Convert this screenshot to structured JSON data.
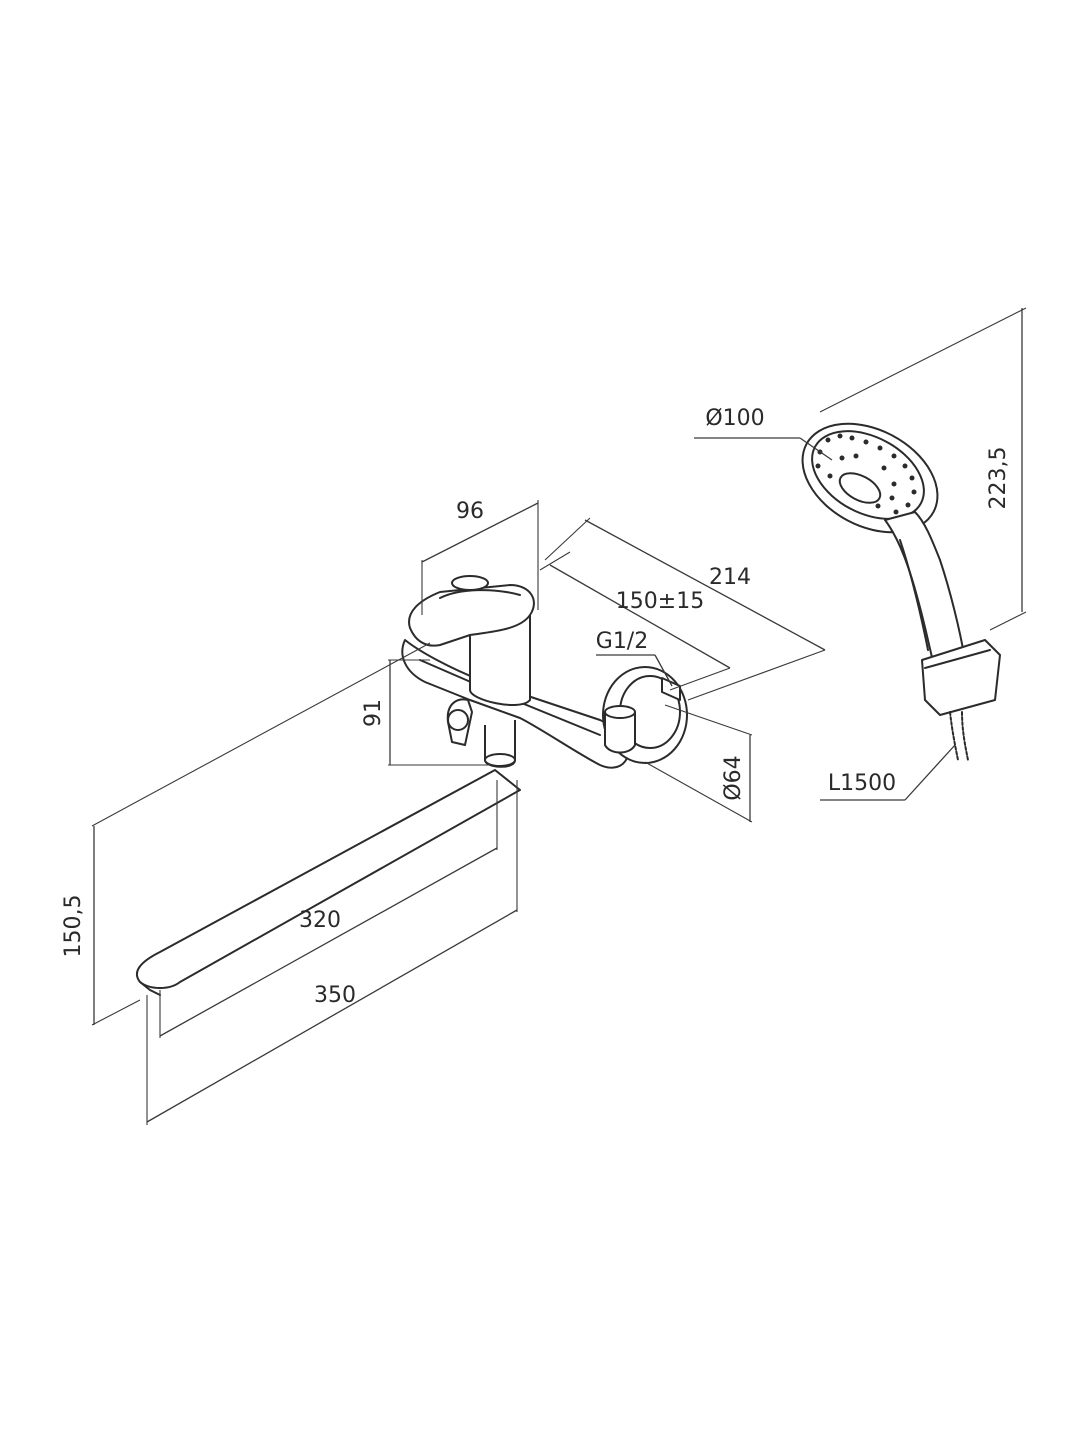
{
  "dimensions": {
    "d96": "96",
    "d214": "214",
    "d150": "150±15",
    "g12": "G1/2",
    "d91": "91",
    "d64": "Ø64",
    "d150_5": "150,5",
    "d320": "320",
    "d350": "350",
    "d100": "Ø100",
    "d223_5": "223,5",
    "l1500": "L1500"
  },
  "colors": {
    "line": "#2b2b2b",
    "background": "#ffffff"
  }
}
